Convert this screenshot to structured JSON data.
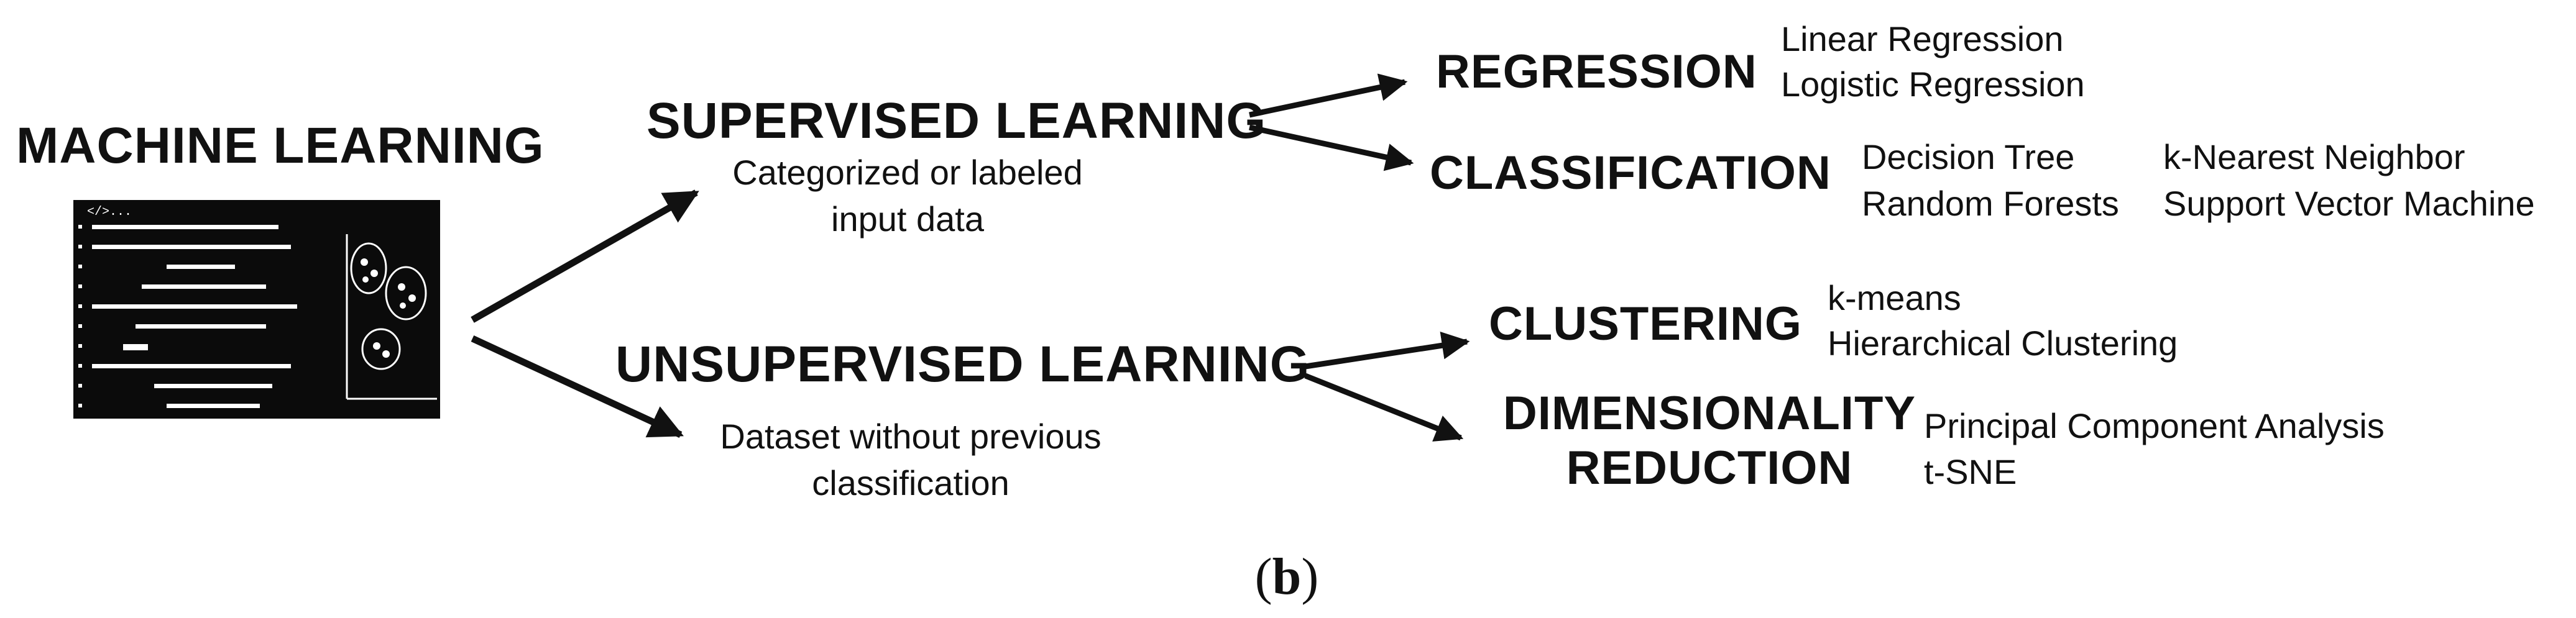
{
  "root": {
    "title": "MACHINE LEARNING",
    "editor_tag": "</>..."
  },
  "supervised": {
    "title": "SUPERVISED LEARNING",
    "desc": [
      "Categorized or labeled",
      "input data"
    ],
    "regression": {
      "title": "REGRESSION",
      "items": [
        "Linear Regression",
        "Logistic Regression"
      ]
    },
    "classification": {
      "title": "CLASSIFICATION",
      "items": [
        "Decision Tree",
        "Random Forests",
        "k-Nearest Neighbor",
        "Support Vector Machine"
      ]
    }
  },
  "unsupervised": {
    "title": "UNSUPERVISED LEARNING",
    "desc": [
      "Dataset without previous",
      "classification"
    ],
    "clustering": {
      "title": "CLUSTERING",
      "items": [
        "k-means",
        "Hierarchical Clustering"
      ]
    },
    "dimensionality": {
      "title": [
        "DIMENSIONALITY",
        "REDUCTION"
      ],
      "items": [
        "Principal Component Analysis",
        "t-SNE"
      ]
    }
  },
  "caption": "(b)"
}
